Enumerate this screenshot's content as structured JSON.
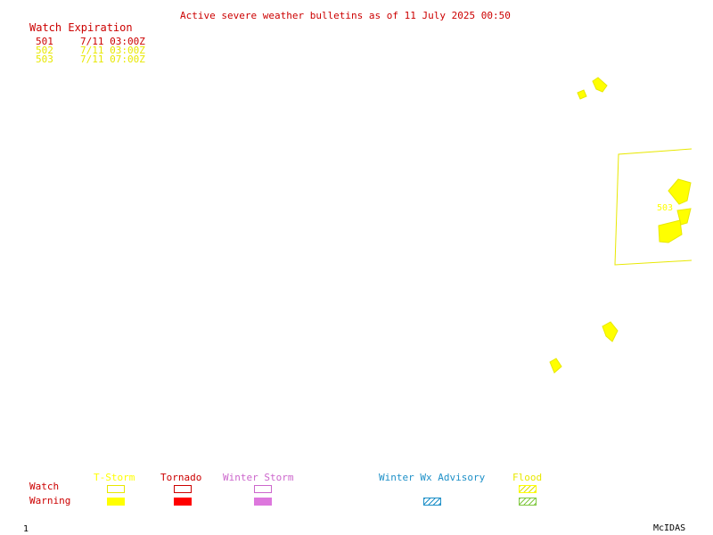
{
  "header": {
    "title": "Active severe weather bulletins as of 11 July 2025 00:50",
    "watch_heading": "Watch Expiration"
  },
  "watches": [
    {
      "id": "501",
      "expires": "7/11 03:00Z",
      "color": "#cc0000"
    },
    {
      "id": "502",
      "expires": "7/11 03:00Z",
      "color": "#e8e800"
    },
    {
      "id": "503",
      "expires": "7/11 07:00Z",
      "color": "#e8e800"
    }
  ],
  "map": {
    "watch_box_label": "503"
  },
  "legend": {
    "row_labels": {
      "watch": "Watch",
      "warning": "Warning"
    },
    "categories": [
      {
        "label": "T-Storm",
        "color": "#ffff00"
      },
      {
        "label": "Tornado",
        "color": "#cc0000"
      },
      {
        "label": "Winter Storm",
        "color": "#cc66cc"
      },
      {
        "label": "Winter Wx Advisory",
        "color": "#1e90c8"
      },
      {
        "label": "Flood",
        "color": "#e8e800"
      }
    ]
  },
  "footer": {
    "frame_number": "1",
    "product": "McIDAS"
  }
}
